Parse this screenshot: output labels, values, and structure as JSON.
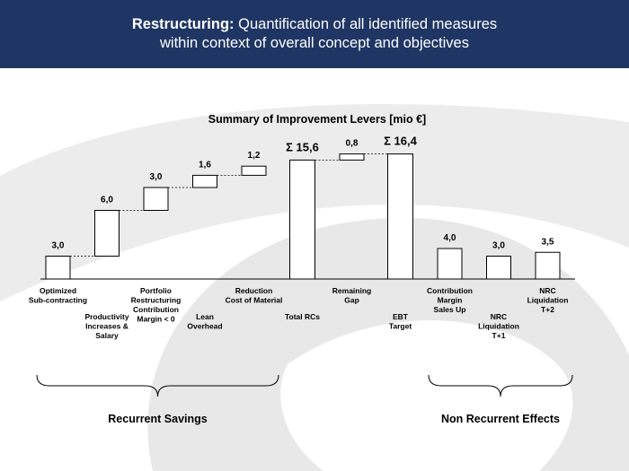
{
  "header": {
    "title_bold": "Restructuring:",
    "title_rest": " Quantification of all identified measures",
    "title_line2": "within context of overall concept and objectives"
  },
  "colors": {
    "header_bg": "#1f3564",
    "bar_fill": "#ffffff",
    "bar_stroke": "#000000",
    "background_swirl": "#e4e4e4"
  },
  "chart_data": {
    "type": "bar",
    "subtype": "waterfall",
    "title": "Summary of Improvement  Levers  [mio €]",
    "ylim": [
      0,
      17.5
    ],
    "categories": [
      "Optimized Sub-contracting",
      "Productivity Increases & Salary",
      "Portfolio Restructuring Contribution Margin < 0",
      "Lean Overhead",
      "Reduction Cost of Material",
      "Total RCs",
      "Remaining Gap",
      "EBT Target",
      "Contribution Margin Sales Up",
      "NRC Liquidation T+1",
      "NRC Liquidation T+2"
    ],
    "category_lines": [
      [
        "Optimized",
        "Sub-contracting"
      ],
      [
        "Productivity",
        "Increases &",
        "Salary"
      ],
      [
        "Portfolio",
        "Restructuring",
        "Contribution",
        "Margin < 0"
      ],
      [
        "Lean",
        "Overhead"
      ],
      [
        "Reduction",
        "Cost of Material"
      ],
      [
        "Total RCs"
      ],
      [
        "Remaining",
        "Gap"
      ],
      [
        "EBT",
        "Target"
      ],
      [
        "Contribution",
        "Margin",
        "Sales Up"
      ],
      [
        "NRC",
        "Liquidation",
        "T+1"
      ],
      [
        "NRC",
        "Liquidation",
        "T+2"
      ]
    ],
    "label_row": [
      0,
      1,
      0,
      1,
      0,
      1,
      0,
      1,
      0,
      1,
      0
    ],
    "values": [
      3.0,
      6.0,
      3.0,
      1.6,
      1.2,
      15.6,
      0.8,
      16.4,
      4.0,
      3.0,
      3.5
    ],
    "bases": [
      0,
      3.0,
      9.0,
      12.0,
      13.6,
      0,
      15.6,
      0,
      0,
      0,
      0
    ],
    "value_labels": [
      "3,0",
      "6,0",
      "3,0",
      "1,6",
      "1,2",
      "Σ 15,6",
      "0,8",
      "Σ 16,4",
      "4,0",
      "3,0",
      "3,5"
    ],
    "bold_labels": [
      false,
      false,
      false,
      false,
      false,
      true,
      false,
      true,
      false,
      false,
      false
    ],
    "groups": [
      {
        "label": "Recurrent Savings",
        "from": 0,
        "to": 4
      },
      {
        "label": "Non Recurrent Effects",
        "from": 8,
        "to": 10
      }
    ]
  }
}
